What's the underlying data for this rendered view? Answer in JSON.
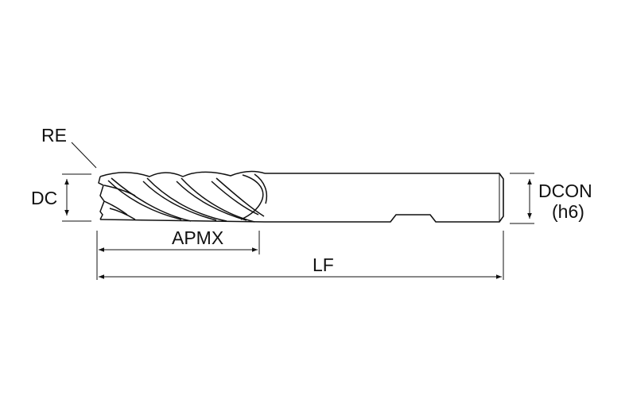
{
  "labels": {
    "re": "RE",
    "dc": "DC",
    "apmx": "APMX",
    "lf": "LF",
    "dcon": "DCON",
    "tolerance": "(h6)"
  },
  "colors": {
    "line": "#111111",
    "background": "#ffffff"
  }
}
